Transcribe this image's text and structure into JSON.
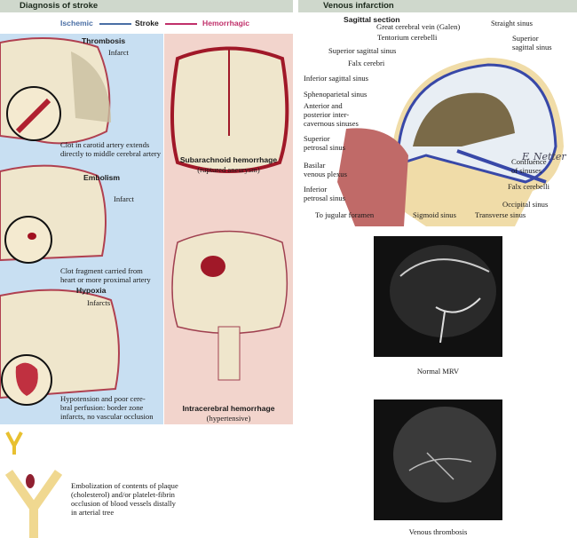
{
  "left": {
    "header": "Diagnosis of stroke",
    "ischemic": "Ischemic",
    "stroke": "Stroke",
    "hemorrhagic": "Hemorrhagic",
    "thrombosis": {
      "title": "Thrombosis",
      "infarct": "Infarct",
      "caption": [
        "Clot in carotid artery extends",
        "directly to middle cerebral artery"
      ]
    },
    "embolism": {
      "title": "Embolism",
      "infarct": "Infarct",
      "caption": [
        "Clot fragment carried from",
        "heart or more proximal artery"
      ]
    },
    "hypoxia": {
      "title": "Hypoxia",
      "infarcts": "Infarcts",
      "caption": [
        "Hypotension and poor cere-",
        "bral perfusion: border zone",
        "infarcts, no vascular occlusion"
      ]
    },
    "sah": {
      "title": "Subarachnoid hemorrhage",
      "sub": "(ruptured aneurysm)"
    },
    "ich": {
      "title": "Intracerebral hemorrhage",
      "sub": "(hypertensive)"
    },
    "embolization": [
      "Embolization of contents of plaque",
      "(cholesterol) and/or platelet-fibrin",
      "occlusion of blood vessels distally",
      "in arterial tree"
    ]
  },
  "right": {
    "header": "Venous infarction",
    "section": "Sagittal section",
    "labels_left": [
      "Superior sagittal sinus",
      "Falx cerebri",
      "Inferior sagittal sinus",
      "Sphenoparietal sinus",
      "Anterior and",
      "posterior inter-",
      "cavernous sinuses",
      "Superior",
      "petrosal sinus",
      "Basilar",
      "venous plexus",
      "Inferior",
      "petrosal sinus",
      "To jugular foramen"
    ],
    "labels_top": [
      "Great cerebral vein (Galen)",
      "Tentorium cerebelli",
      "Straight sinus",
      "Superior",
      "sagittal sinus"
    ],
    "labels_right": [
      "Confluence",
      "of sinuses",
      "Falx cerebelli",
      "Occipital sinus",
      "Transverse sinus",
      "Sigmoid sinus"
    ],
    "signature": "F. Netter M.D.",
    "mrv1": "Normal MRV",
    "mrv2": "Venous thrombosis"
  },
  "colors": {
    "ischemic": "#4a6fa5",
    "hemorrhagic": "#c0306a",
    "blue_panel": "#c8dff2",
    "pink_panel": "#f2d4cc",
    "header": "#cfd8cc"
  }
}
